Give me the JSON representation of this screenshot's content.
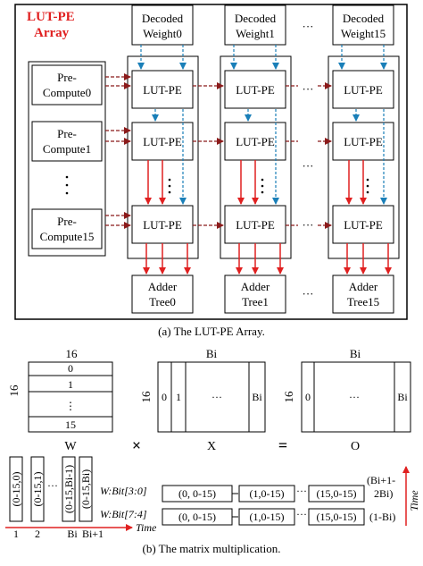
{
  "top": {
    "title_line1": "LUT-PE",
    "title_line2": "Array",
    "decoded": [
      {
        "line1": "Decoded",
        "line2": "Weight0"
      },
      {
        "line1": "Decoded",
        "line2": "Weight1"
      },
      {
        "line1": "Decoded",
        "line2": "Weight15"
      }
    ],
    "precompute": [
      {
        "line1": "Pre-",
        "line2": "Compute0"
      },
      {
        "line1": "Pre-",
        "line2": "Compute1"
      },
      {
        "line1": "Pre-",
        "line2": "Compute15"
      }
    ],
    "lutpe_label": "LUT-PE",
    "adder": [
      {
        "line1": "Adder",
        "line2": "Tree0"
      },
      {
        "line1": "Adder",
        "line2": "Tree1"
      },
      {
        "line1": "Adder",
        "line2": "Tree15"
      }
    ],
    "ellipsis_h": "···",
    "ellipsis_v": "·",
    "caption": "(a) The LUT-PE Array."
  },
  "bottom": {
    "w_matrix": {
      "top_label": "16",
      "side_label": "16",
      "rows": [
        "0",
        "1",
        "⋮",
        "15"
      ],
      "name": "W"
    },
    "x_matrix": {
      "top_label": "Bi",
      "side_label": "16",
      "cols": [
        "0",
        "1",
        "···",
        "Bi"
      ],
      "name": "X"
    },
    "o_matrix": {
      "top_label": "Bi",
      "side_label": "16",
      "cols": [
        "0",
        "···",
        "Bi"
      ],
      "name": "O"
    },
    "times_sign": "×",
    "equals_sign": "=",
    "vboxes": [
      "(0-15,0)",
      "(0-15,1)",
      "(0-15,Bi-1)",
      "(0-15,Bi)"
    ],
    "vdots": "···",
    "axis_labels": [
      "1",
      "2",
      "Bi",
      "Bi+1"
    ],
    "time_label": "Time",
    "rows": [
      {
        "label": "W:Bit[3:0]",
        "cells": [
          "(0, 0-15)",
          "(1,0-15)",
          "(15,0-15)"
        ],
        "side": "(Bi+1-\n2Bi)"
      },
      {
        "label": "W:Bit[7:4]",
        "cells": [
          "(0, 0-15)",
          "(1,0-15)",
          "(15,0-15)"
        ],
        "side": "(1-Bi)"
      }
    ],
    "side_top": "(Bi+1-",
    "side_mid": "2Bi)",
    "side_bot": "(1-Bi)",
    "cell_dots": "···",
    "caption": "(b) The matrix multiplication."
  },
  "colors": {
    "red": "#e02020",
    "blue": "#1a7fb8",
    "dark_red": "#8b1a1a",
    "title_red": "#e02020"
  }
}
